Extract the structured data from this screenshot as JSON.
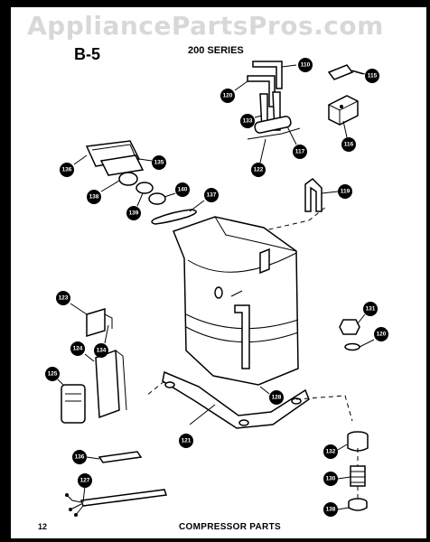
{
  "watermark": "AppliancePartsPros.com",
  "header": {
    "section": "B-5",
    "series": "200 SERIES"
  },
  "footer": {
    "page_number": "12",
    "caption": "COMPRESSOR PARTS"
  },
  "callouts": {
    "c110": "110",
    "c115": "115",
    "c120a": "120",
    "c133": "133",
    "c117": "117",
    "c116": "116",
    "c122": "122",
    "c136a": "136",
    "c135": "135",
    "c138a": "138",
    "c139": "139",
    "c140": "140",
    "c137": "137",
    "c119": "119",
    "c123": "123",
    "c134": "134",
    "c124": "124",
    "c125": "125",
    "c131": "131",
    "c120b": "120",
    "c128": "128",
    "c121": "121",
    "c132": "132",
    "c130": "130",
    "c136b": "136",
    "c138b": "138",
    "c127": "127"
  }
}
